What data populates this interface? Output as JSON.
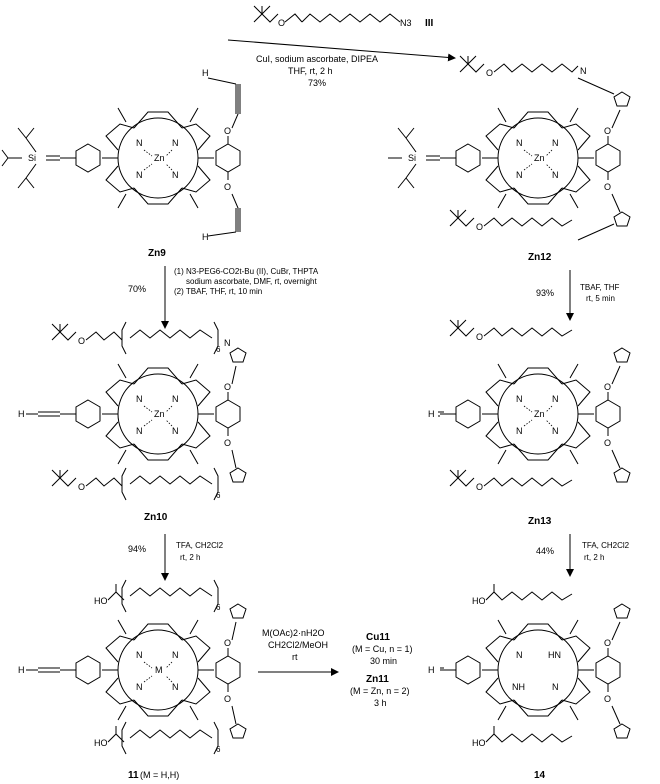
{
  "reagent_top": {
    "label": "III",
    "conditions": [
      "CuI, sodium ascorbate, DIPEA",
      "THF, rt, 2 h",
      "73%"
    ]
  },
  "compounds": {
    "zn9": "Zn9",
    "zn12": "Zn12",
    "zn10": "Zn10",
    "zn13": "Zn13",
    "c11": "11",
    "c11_note": " (M = H,H)",
    "c14": "14",
    "cu11": "Cu11",
    "cu11_note": "(M = Cu, n = 1)",
    "cu11_time": "30 min",
    "zn11": "Zn11",
    "zn11_note": "(M = Zn, n = 2)",
    "zn11_time": "3 h"
  },
  "steps": {
    "zn9_to_zn10": {
      "yield": "70%",
      "line1": "(1) N3-PEG6-CO2t-Bu (II), CuBr, THPTA",
      "line2": "sodium ascorbate, DMF, rt, overnight",
      "line3": "(2) TBAF, THF, rt, 10 min"
    },
    "zn12_to_zn13": {
      "yield": "93%",
      "line1": "TBAF, THF",
      "line2": "rt, 5 min"
    },
    "zn10_to_11": {
      "yield": "94%",
      "line1": "TFA, CH2Cl2",
      "line2": "rt, 2 h"
    },
    "zn13_to_14": {
      "yield": "44%",
      "line1": "TFA, CH2Cl2",
      "line2": "rt, 2 h"
    },
    "metalation": {
      "line1": "M(OAc)2·nH2O",
      "line2": "CH2Cl2/MeOH",
      "line3": "rt"
    }
  },
  "atoms": {
    "n": "N",
    "zn": "Zn",
    "m": "M",
    "nh": "NH",
    "hn": "HN",
    "o": "O",
    "h": "H",
    "si": "Si",
    "ho": "HO",
    "n3": "N3",
    "six": "6"
  }
}
